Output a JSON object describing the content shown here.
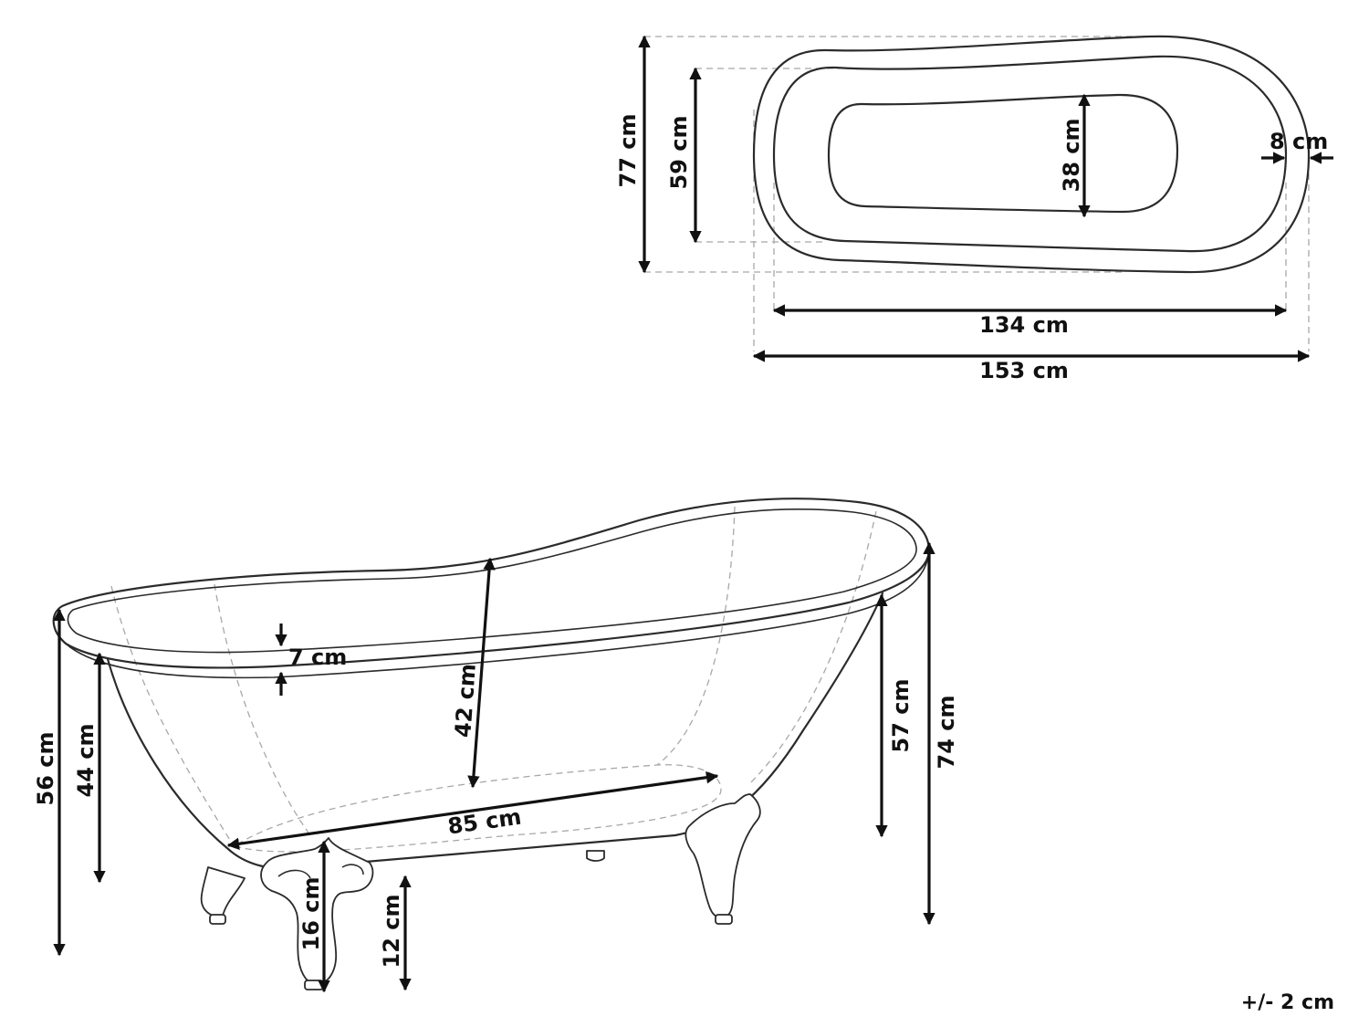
{
  "top_view": {
    "outer_width": "77 cm",
    "inner_width": "59 cm",
    "basin_width": "38 cm",
    "rim_thickness": "8 cm",
    "inner_length": "134 cm",
    "outer_length": "153 cm"
  },
  "side_view": {
    "rim_height": "7 cm",
    "inner_depth": "42 cm",
    "front_height": "56 cm",
    "front_body_height": "44 cm",
    "bottom_length": "85 cm",
    "foot_height": "16 cm",
    "floor_clearance": "12 cm",
    "back_body_height": "57 cm",
    "back_height": "74 cm"
  },
  "tolerance": "+/- 2 cm"
}
